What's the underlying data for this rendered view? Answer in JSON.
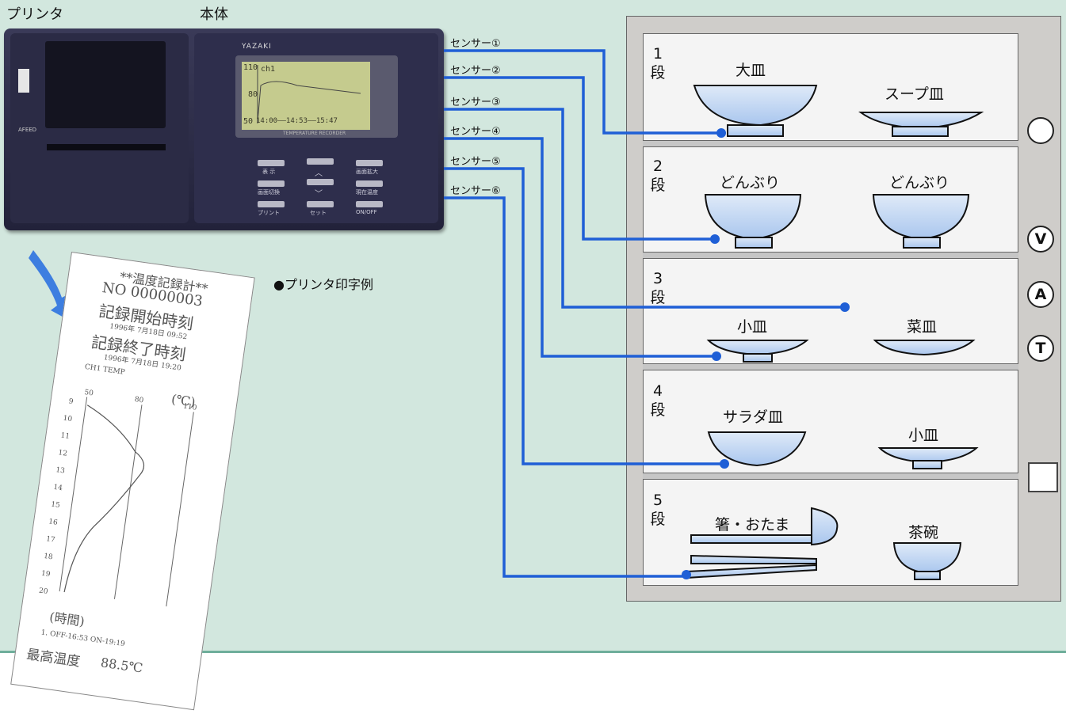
{
  "labels": {
    "printer": "プリンタ",
    "body": "本体",
    "print_sample": "●プリンタ印字例"
  },
  "device": {
    "brand": "YAZAKI",
    "feed": "AFEED",
    "lcd": {
      "top": "110",
      "ch": "ch1",
      "mid": "80",
      "bottom": "50",
      "times": "14:00——14:53——15:47"
    },
    "lcd_sub": "TEMPERATURE RECORDER",
    "buttons": [
      "表 示",
      "画面拡大",
      "画面切換",
      "現在温度",
      "プリント",
      "セット",
      "ON/OFF"
    ]
  },
  "sensors": [
    "センサー①",
    "センサー②",
    "センサー③",
    "センサー④",
    "センサー⑤",
    "センサー⑥"
  ],
  "tiers": [
    {
      "num": "1",
      "label": "段",
      "dishes": [
        "大皿",
        "スープ皿"
      ]
    },
    {
      "num": "2",
      "label": "段",
      "dishes": [
        "どんぶり",
        "どんぶり"
      ]
    },
    {
      "num": "3",
      "label": "段",
      "dishes": [
        "小皿",
        "菜皿"
      ]
    },
    {
      "num": "4",
      "label": "段",
      "dishes": [
        "サラダ皿",
        "小皿"
      ]
    },
    {
      "num": "5",
      "label": "段",
      "dishes": [
        "箸・おたま",
        "茶碗"
      ]
    }
  ],
  "controls": [
    "V",
    "A",
    "T"
  ],
  "receipt": {
    "title": "**温度記録計**",
    "no": "NO  00000003",
    "start_label": "記録開始時刻",
    "start_time": "1996年 7月18日 09:52",
    "end_label": "記録終了時刻",
    "end_time": "1996年 7月18日 19:20",
    "channel": "CH1 TEMP",
    "unit": "(℃)",
    "axis": [
      "50",
      "80",
      "110"
    ],
    "hours": [
      "9",
      "10",
      "11",
      "12",
      "13",
      "14",
      "15",
      "16",
      "17",
      "18",
      "19",
      "20"
    ],
    "time_label": "(時間)",
    "onoff": "1. OFF-16:53 ON-19:19",
    "max_label": "最高温度",
    "max_value": "88.5℃"
  },
  "colors": {
    "background": "#d2e7de",
    "sensor_wire": "#1f5fd6",
    "dish": "#c8dcf4",
    "arrow": "#3d7ee0"
  }
}
